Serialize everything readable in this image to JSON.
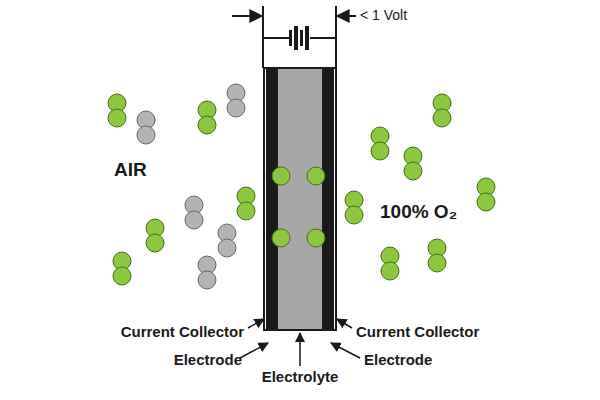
{
  "diagram": {
    "labels": [
      "< 1 Volt",
      "AIR",
      "100% O₂",
      "Current Collector",
      "Current Collector",
      "Electrode",
      "Electrode",
      "Electrolyte"
    ]
  }
}
